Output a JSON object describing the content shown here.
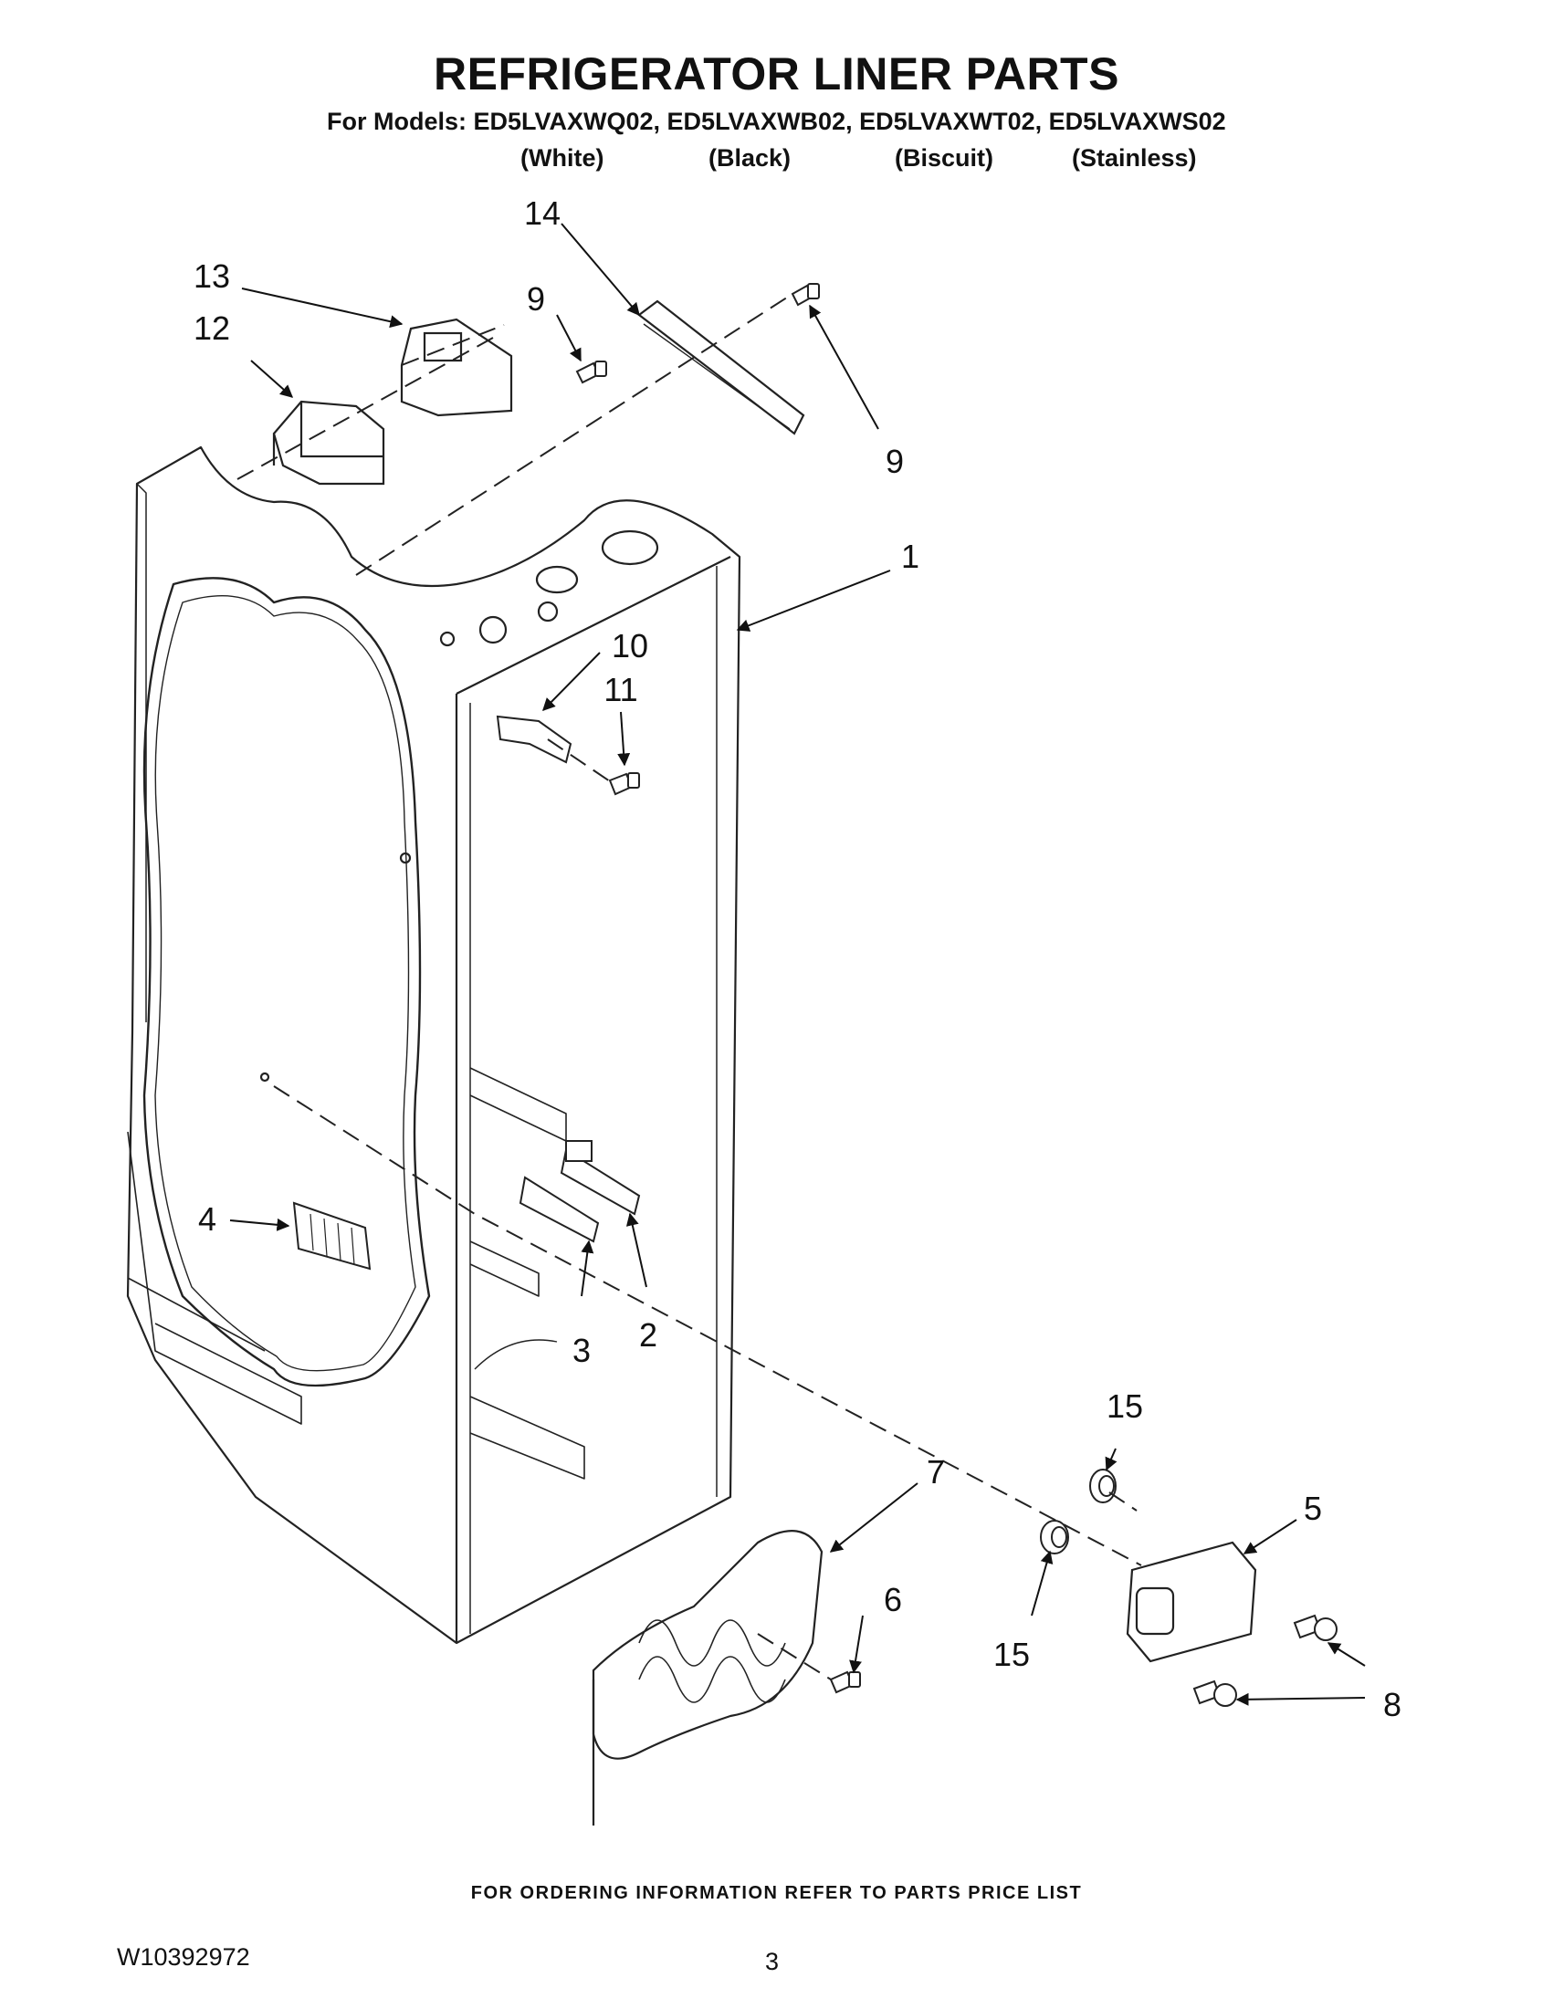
{
  "header": {
    "title": "REFRIGERATOR LINER PARTS",
    "models_line": "For Models: ED5LVAXWQ02, ED5LVAXWB02, ED5LVAXWT02, ED5LVAXWS02",
    "colors": [
      "(White)",
      "(Black)",
      "(Biscuit)",
      "(Stainless)"
    ]
  },
  "diagram": {
    "callouts": [
      "1",
      "2",
      "3",
      "4",
      "5",
      "6",
      "7",
      "8",
      "9",
      "9",
      "10",
      "11",
      "12",
      "13",
      "14",
      "15",
      "15"
    ]
  },
  "footer": {
    "note": "FOR ORDERING INFORMATION REFER TO PARTS PRICE LIST",
    "document_number": "W10392972",
    "page_number": "3"
  }
}
